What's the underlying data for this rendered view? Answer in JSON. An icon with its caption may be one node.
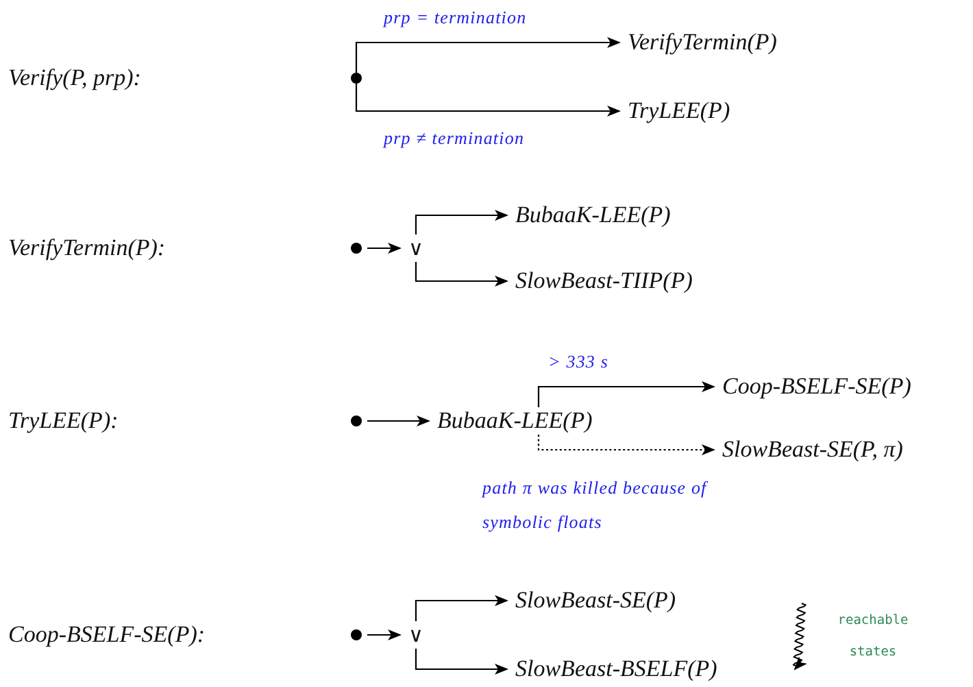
{
  "diagram": {
    "nodes": [
      {
        "text": [],
        "shape": "circle"
      },
      {
        "text": [
          "VerifyTermin(P)"
        ]
      },
      {
        "text": [
          "TryLEE(P)"
        ]
      },
      {
        "text": [],
        "shape": "circle"
      },
      {
        "text": [
          "∨"
        ]
      },
      {
        "text": [
          "BubaaK-LEE(P)"
        ]
      },
      {
        "text": [
          "SlowBeast-TIIP(P)"
        ]
      },
      {
        "text": [],
        "shape": "circle"
      },
      {
        "text": [
          "BubaaK-LEE(P)"
        ]
      },
      {
        "text": [
          "Coop-BSELF-SE(P)"
        ]
      },
      {
        "text": [
          "SlowBeast-SE(P, π)"
        ]
      },
      {
        "text": [],
        "shape": "circle"
      },
      {
        "text": [
          "∨"
        ]
      },
      {
        "text": [
          "SlowBeast-SE(P)"
        ]
      },
      {
        "text": [
          "SlowBeast-BSELF(P)"
        ]
      }
    ],
    "edges": [
      {
        "from": 0,
        "to": 1,
        "arrow": "to",
        "label": "prp = termination"
      },
      {
        "from": 0,
        "to": 2,
        "arrow": "to",
        "label": "prp ≠ termination"
      },
      {
        "from": 3,
        "to": 4,
        "arrow": "to"
      },
      {
        "from": 4,
        "to": 5,
        "arrow": "to"
      },
      {
        "from": 4,
        "to": 6,
        "arrow": "to"
      },
      {
        "from": 7,
        "to": 8,
        "arrow": "to"
      },
      {
        "from": 8,
        "to": 9,
        "arrow": "to",
        "label": "> 333 s"
      },
      {
        "from": 8,
        "to": 10,
        "arrow": "to",
        "style": "dashed",
        "label": "path π was killed because of symbolic floats"
      },
      {
        "from": 11,
        "to": 12,
        "arrow": "to"
      },
      {
        "from": 12,
        "to": 13,
        "arrow": "to"
      },
      {
        "from": 12,
        "to": 14,
        "arrow": "to"
      }
    ],
    "labels": [
      "Verify(P, prp):",
      "VerifyTermin(P):",
      "TryLEE(P):",
      "Coop-BSELF-SE(P):",
      "reachable states"
    ]
  }
}
